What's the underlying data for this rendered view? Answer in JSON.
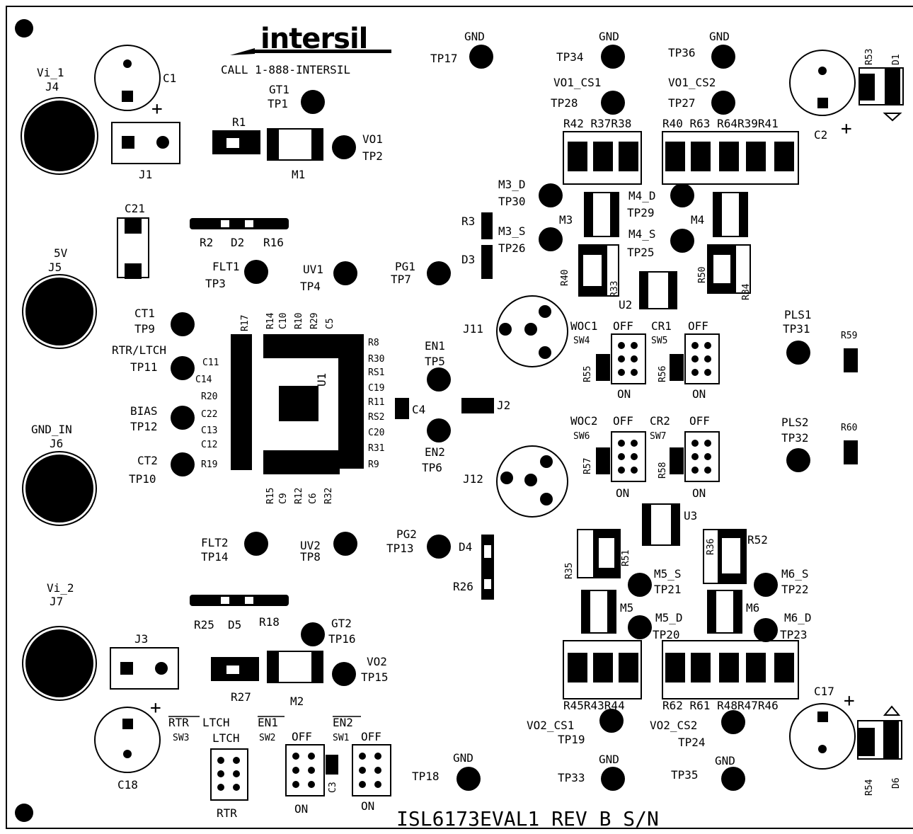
{
  "board": {
    "brand": "intersil",
    "phone": "CALL 1-888-INTERSIL",
    "title": "ISL6173EVAL1  REV B S/N"
  },
  "connectors": [
    {
      "name": "Vi_1",
      "ref": "J4"
    },
    {
      "name": "5V",
      "ref": "J5"
    },
    {
      "name": "GND_IN",
      "ref": "J6"
    },
    {
      "name": "Vi_2",
      "ref": "J7"
    }
  ],
  "testpoints": [
    {
      "ref": "TP17",
      "net": "GND"
    },
    {
      "ref": "TP34",
      "net": "GND"
    },
    {
      "ref": "TP36",
      "net": "GND"
    },
    {
      "ref": "TP28",
      "net": "VO1_CS1"
    },
    {
      "ref": "TP27",
      "net": "VO1_CS2"
    },
    {
      "ref": "TP1",
      "net": "GT1"
    },
    {
      "ref": "TP2",
      "net": "VO1"
    },
    {
      "ref": "TP30",
      "net": "M3_D"
    },
    {
      "ref": "TP26",
      "net": "M3_S"
    },
    {
      "ref": "TP29",
      "net": "M4_D"
    },
    {
      "ref": "TP25",
      "net": "M4_S"
    },
    {
      "ref": "TP3",
      "net": "FLT1"
    },
    {
      "ref": "TP4",
      "net": "UV1"
    },
    {
      "ref": "TP7",
      "net": "PG1"
    },
    {
      "ref": "TP9",
      "net": "CT1"
    },
    {
      "ref": "TP11",
      "net": "RTR/LTCH"
    },
    {
      "ref": "TP5",
      "net": "EN1"
    },
    {
      "ref": "TP6",
      "net": "EN2"
    },
    {
      "ref": "TP12",
      "net": "BIAS"
    },
    {
      "ref": "TP10",
      "net": "CT2"
    },
    {
      "ref": "TP31",
      "net": "PLS1"
    },
    {
      "ref": "TP32",
      "net": "PLS2"
    },
    {
      "ref": "TP14",
      "net": "FLT2"
    },
    {
      "ref": "TP8",
      "net": "UV2"
    },
    {
      "ref": "TP13",
      "net": "PG2"
    },
    {
      "ref": "TP21",
      "net": "M5_S"
    },
    {
      "ref": "TP22",
      "net": "M6_S"
    },
    {
      "ref": "TP20",
      "net": "M5_D"
    },
    {
      "ref": "TP23",
      "net": "M6_D"
    },
    {
      "ref": "TP16",
      "net": "GT2"
    },
    {
      "ref": "TP15",
      "net": "VO2"
    },
    {
      "ref": "TP19",
      "net": "VO2_CS1"
    },
    {
      "ref": "TP24",
      "net": "VO2_CS2"
    },
    {
      "ref": "TP18",
      "net": "GND"
    },
    {
      "ref": "TP33",
      "net": "GND"
    },
    {
      "ref": "TP35",
      "net": "GND"
    }
  ],
  "refdes": {
    "c1": "C1",
    "c2": "C2",
    "c17": "C17",
    "c18": "C18",
    "c21": "C21",
    "c3": "C3",
    "c4": "C4",
    "c11": "C11",
    "c14": "C14",
    "c22": "C22",
    "c13": "C13",
    "c12": "C12",
    "r1": "R1",
    "r2": "R2",
    "r16": "R16",
    "r25": "R25",
    "r18": "R18",
    "r27": "R27",
    "r3": "R3",
    "r26": "R26",
    "r17": "R17",
    "r20": "R20",
    "r19": "R19",
    "d1": "D1",
    "d2": "D2",
    "d3": "D3",
    "d4": "D4",
    "d5": "D5",
    "d6": "D6",
    "j1": "J1",
    "j2": "J2",
    "j3": "J3",
    "j11": "J11",
    "j12": "J12",
    "m1": "M1",
    "m2": "M2",
    "m3": "M3",
    "m4": "M4",
    "m5": "M5",
    "m6": "M6",
    "u1": "U1",
    "u2": "U2",
    "u3": "U3",
    "r53": "R53",
    "r54": "R54",
    "r59": "R59",
    "r60": "R60",
    "r40a": "R40",
    "r33": "R33",
    "r50": "R50",
    "r34": "R34",
    "r55": "R55",
    "r56": "R56",
    "r57": "R57",
    "r58": "R58",
    "r35": "R35",
    "r51": "R51",
    "r36": "R36",
    "r52": "R52"
  },
  "resistor_rows": {
    "top_left": "R42 R37R38",
    "top_right": "R40 R63 R64R39R41",
    "bot_left": "R45R43R44",
    "bot_right": "R62 R61 R48R47R46"
  },
  "u1_top": [
    "R14",
    "C10",
    "R10",
    "R29",
    "C5"
  ],
  "u1_bottom": [
    "R15",
    "C9",
    "R12",
    "C6",
    "R32"
  ],
  "u1_right": [
    "R8",
    "R30",
    "RS1",
    "C19",
    "R11",
    "RS2",
    "C20",
    "R31",
    "R9"
  ],
  "switches": {
    "sw4": {
      "name": "WOC1",
      "ref": "SW4",
      "off": "OFF",
      "on": "ON"
    },
    "sw5": {
      "name": "CR1",
      "ref": "SW5",
      "off": "OFF",
      "on": "ON"
    },
    "sw6": {
      "name": "WOC2",
      "ref": "SW6",
      "off": "OFF",
      "on": "ON"
    },
    "sw7": {
      "name": "CR2",
      "ref": "SW7",
      "off": "OFF",
      "on": "ON"
    },
    "sw3": {
      "name": "RTR",
      "name2": "LTCH",
      "ref": "SW3",
      "top": "LTCH",
      "bottom": "RTR"
    },
    "sw2": {
      "name": "EN1",
      "ref": "SW2",
      "off": "OFF",
      "on": "ON"
    },
    "sw1": {
      "name": "EN2",
      "ref": "SW1",
      "off": "OFF",
      "on": "ON"
    }
  },
  "colors": {
    "ink": "#000000",
    "board": "#ffffff"
  }
}
